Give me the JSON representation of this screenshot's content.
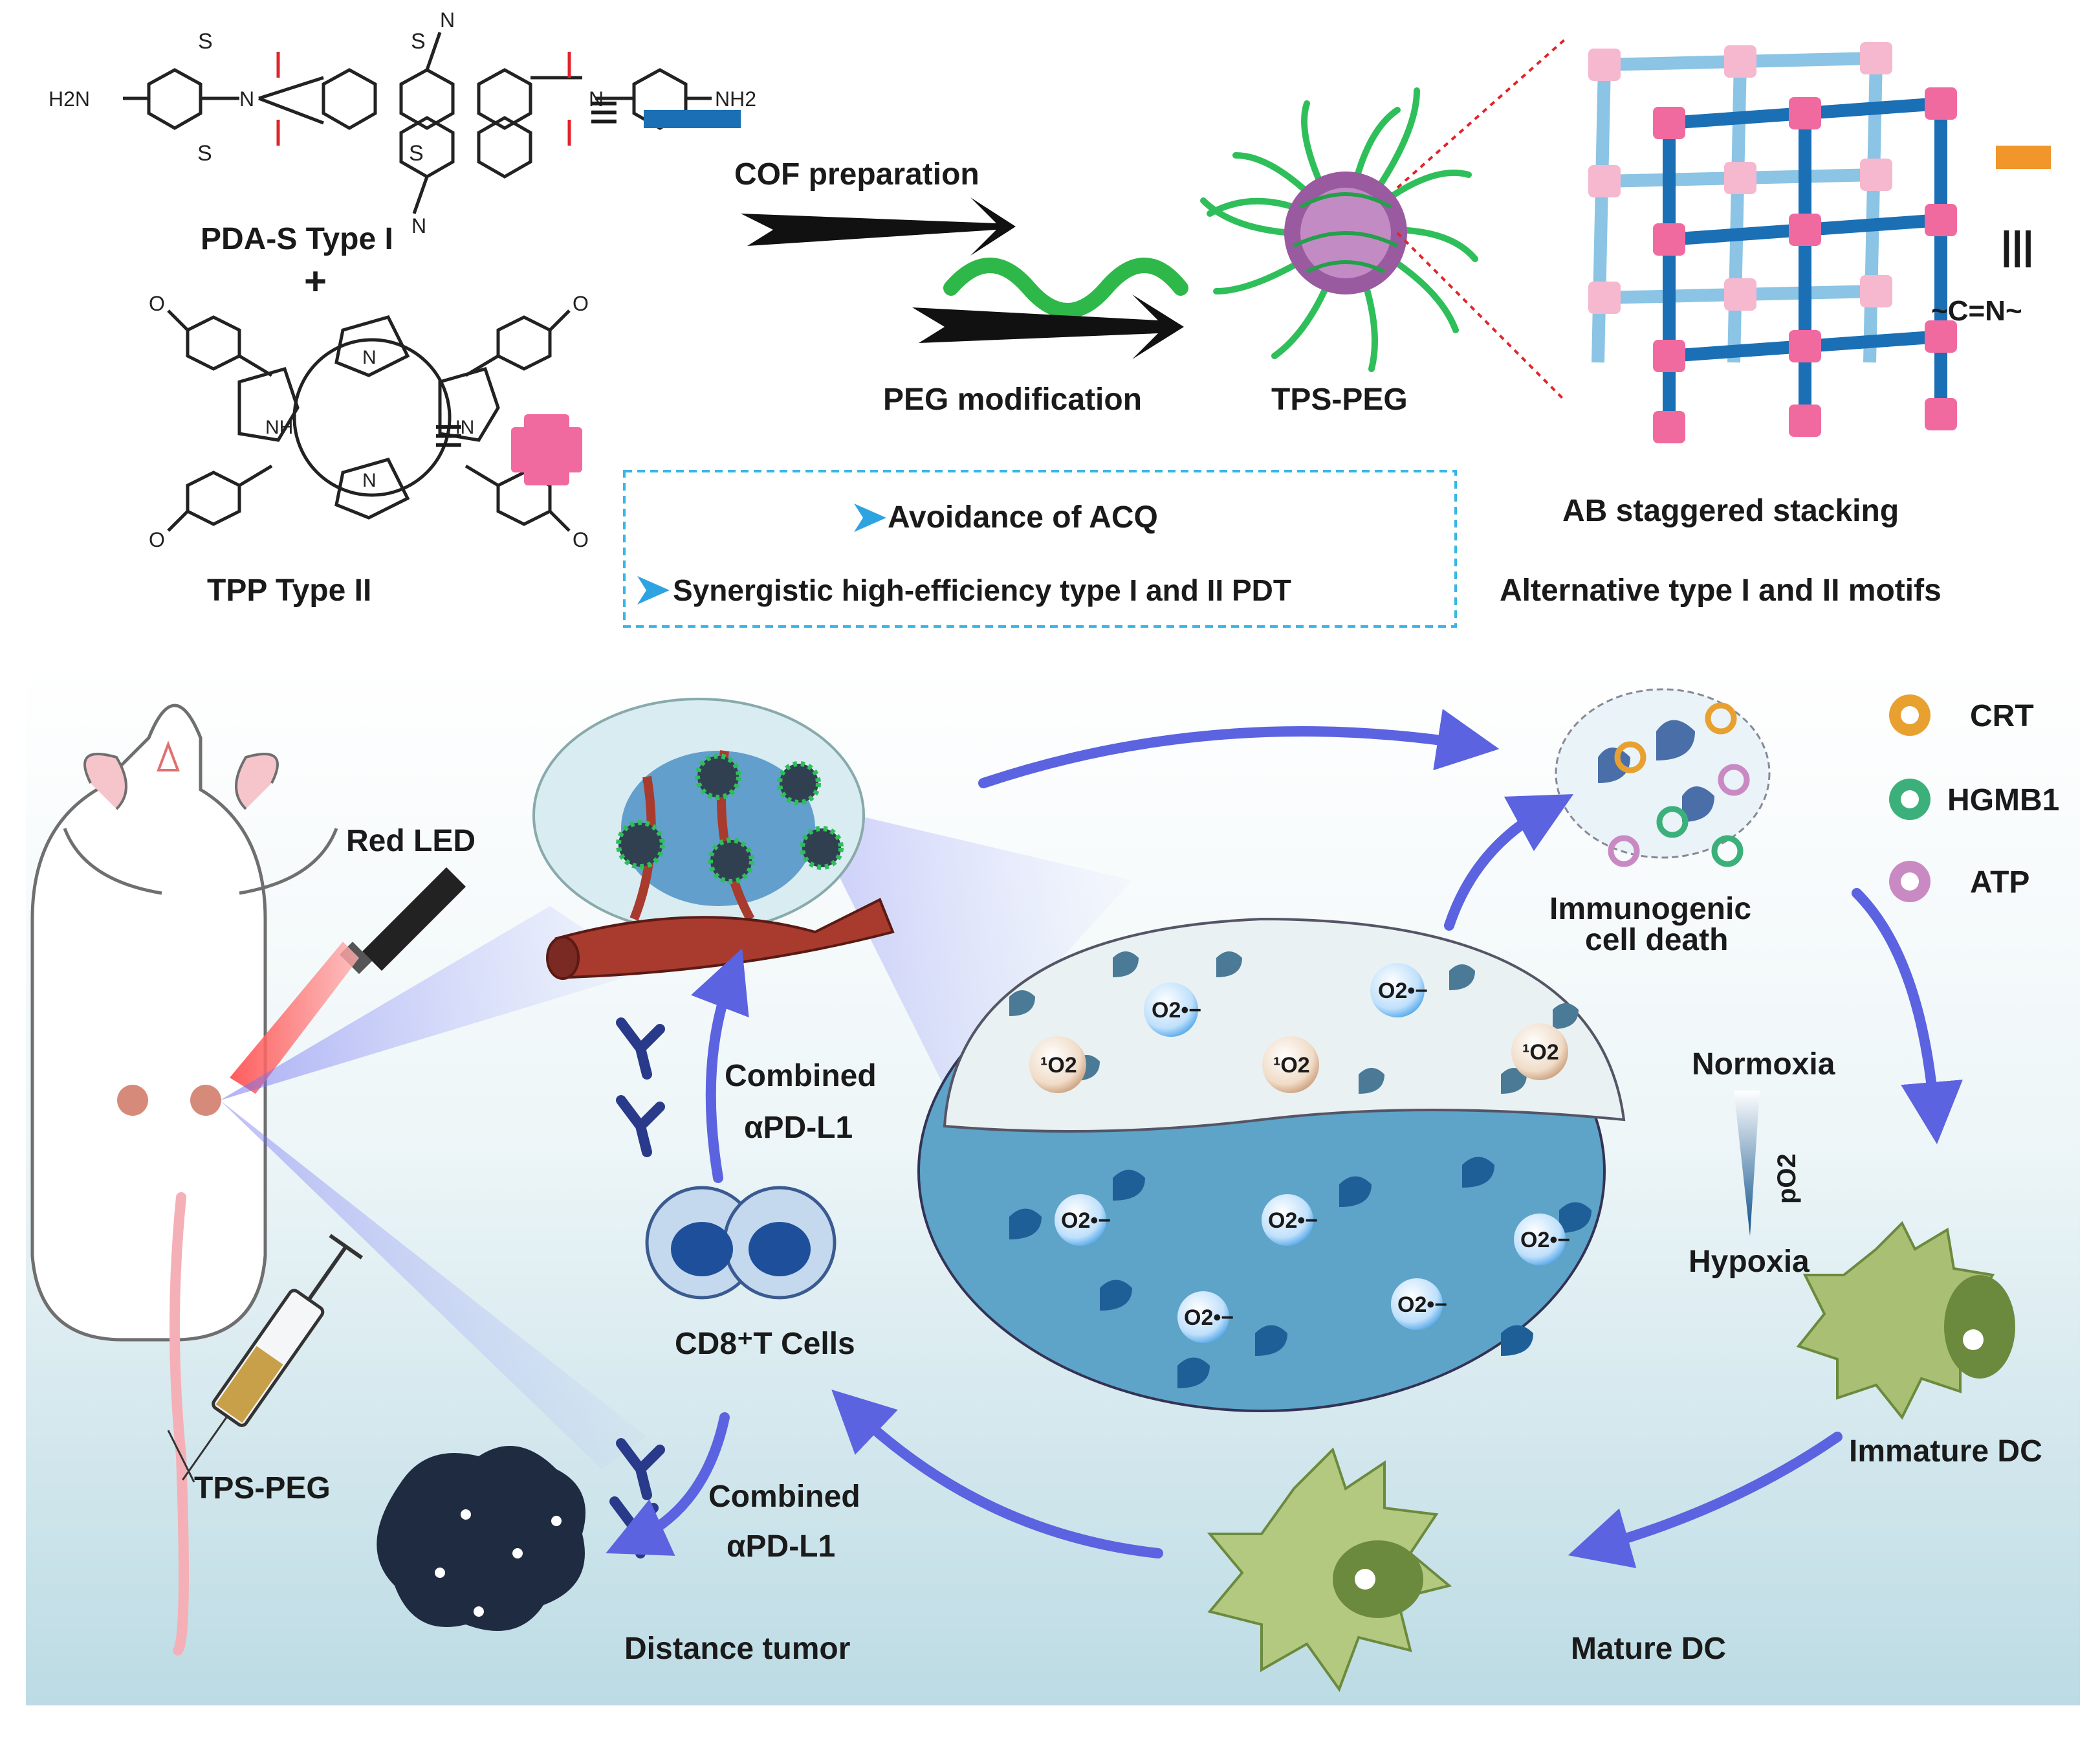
{
  "top": {
    "pda_s_label": "PDA-S Type I",
    "plus_sign": "+",
    "tpp_label": "TPP Type II",
    "equiv_sign": "≡",
    "chem_atoms": {
      "nh2_left": "H2N",
      "nh2_right": "NH2",
      "sulfur": "S",
      "nitrogen": "N",
      "nh": "NH",
      "hn": "HN",
      "aldehyde": "O"
    },
    "cof_preparation": "COF preparation",
    "peg_modification": "PEG modification",
    "tps_peg": "TPS-PEG",
    "ab_stacking": "AB staggered stacking",
    "alternative_motifs": "Alternative type I and II motifs",
    "imine_equiv": "|||",
    "imine_bond": "~C=N~",
    "features": [
      "Avoidance of ACQ",
      "Synergistic high-efficiency type I and II PDT"
    ]
  },
  "bottom": {
    "red_led": "Red LED",
    "tps_peg_injection": "TPS-PEG",
    "combined_upper": [
      "Combined",
      "αPD-L1"
    ],
    "combined_lower": [
      "Combined",
      "αPD-L1"
    ],
    "cd8_cells": "CD8⁺T Cells",
    "distance_tumor": "Distance tumor",
    "icd": [
      "Immunogenic",
      "cell death"
    ],
    "legend": [
      "CRT",
      "HGMB1",
      "ATP"
    ],
    "normoxia": "Normoxia",
    "hypoxia": "Hypoxia",
    "po2": "pO2",
    "immature_dc": "Immature DC",
    "mature_dc": "Mature DC",
    "superoxide": "O2•−",
    "singlet_oxygen": "¹O2"
  },
  "colors": {
    "pda_blue": "#1a6fb5",
    "tpp_pink": "#f06aa0",
    "imine_orange": "#f0962a",
    "peg_green": "#2fb84a",
    "arrow_purple": "#5b63e0",
    "crt": "#e8a030",
    "hgmb1": "#3cb07a",
    "atp": "#c98ac4"
  }
}
